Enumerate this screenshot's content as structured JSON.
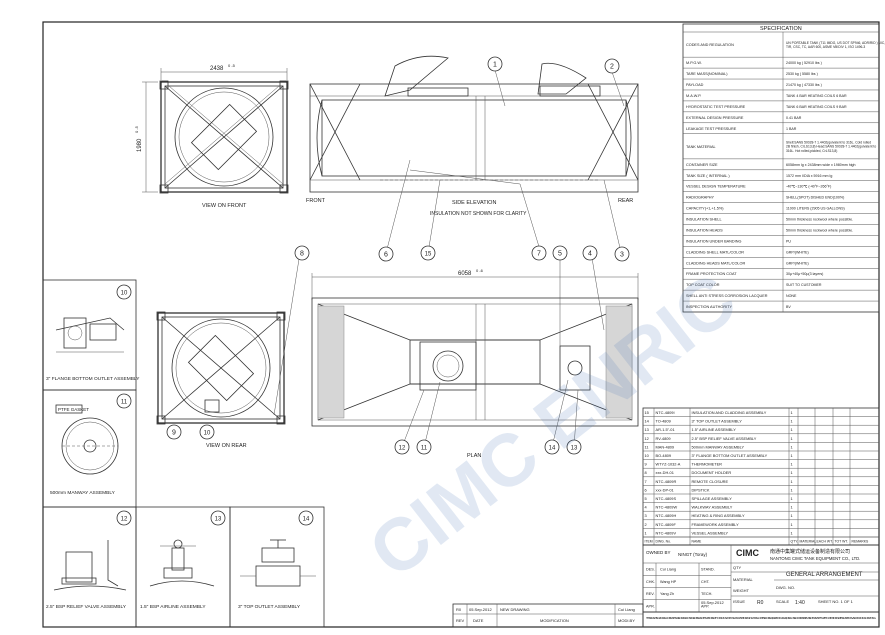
{
  "views": {
    "front": {
      "label": "VIEW ON FRONT",
      "dim_width": "2438",
      "dim_width_tol": "0 -5",
      "dim_height": "1980",
      "dim_height_tol": "0 -5"
    },
    "side": {
      "label": "SIDE ELEVATION",
      "front_label": "FRONT",
      "rear_label": "REAR",
      "note": "INSULATION NOT SHOWN FOR CLARITY"
    },
    "rear": {
      "label": "VIEW ON REAR"
    },
    "plan": {
      "label": "PLAN",
      "dim_length": "6058",
      "dim_length_tol": "0 -6"
    }
  },
  "balloons": [
    "1",
    "2",
    "3",
    "4",
    "5",
    "6",
    "7",
    "8",
    "9",
    "10",
    "11",
    "12",
    "13",
    "14",
    "15"
  ],
  "details": [
    {
      "num": "10",
      "label": "3\" FLANGE BOTTOM OUTLET ASSEMBLY"
    },
    {
      "num": "11",
      "label": "500mm MANWAY ASSEMBLY",
      "note": "PTFE GASKET"
    },
    {
      "num": "12",
      "label": "2.5\" BSP RELIEF VALVE ASSEMBLY"
    },
    {
      "num": "13",
      "label": "1.5\" BSP AIRLINE ASSEMBLY"
    },
    {
      "num": "14",
      "label": "3\" TOP OUTLET ASSEMBLY"
    }
  ],
  "spec": {
    "title": "SPECIFICATION",
    "rows": [
      [
        "CODES AND REGULATION",
        "UN PORTABLE TANK (T11 IMDG, US DOT SP946, ADR/RID ) UIC, TIR, CSC, TC, AAR 600, ASME Ⅷ DIV 1, ISO 1496-3"
      ],
      [
        "M.P.G.W.",
        "24000 kg ( 52910 lbs )"
      ],
      [
        "TARE MASS(NOMINAL)",
        "2530 kg ( 5580 lbs )"
      ],
      [
        "PAYLOAD",
        "21470 kg ( 47330 lbs )"
      ],
      [
        "M.A.W.P.",
        "TANK   4 BAR   HEATING COILS   6 BAR"
      ],
      [
        "HYDROSTATIC TEST PRESSURE",
        "TANK   6 BAR   HEATING COILS   9 BAR"
      ],
      [
        "EXTERNAL DESIGN PRESSURE",
        "0.41 BAR"
      ],
      [
        "LEAKAGE TEST PRESSURE",
        "1 BAR"
      ],
      [
        "TANK MATERIAL",
        "Shell:SANS 50028-7 1.4402(quivalent to 316L. Cold rolled 2B finish, CrLS13,8) Head:SANS 50028-7 1.4402(quivalent to 316L. Hot rolled,pickled, CrLS13,8)"
      ],
      [
        "CONTAINER SIZE",
        "6058mm lg x 2438mm wide x 1980mm high"
      ],
      [
        "TANK SIZE ( INTERNAL )",
        "1572 mm I/DIA x 5916 mm lg"
      ],
      [
        "VESSEL DESIGN TEMPERATURE",
        "-40℃~130℃ (-40°F~266°F)"
      ],
      [
        "RADIOGRAPHY",
        "SHELL(SPOT) DISHED END(100%)"
      ],
      [
        "CAPACITY(+1,+1.5%)",
        "11000 LITERS (2905 US GALLONS)"
      ],
      [
        "INSULATION SHELL",
        "50mm thickness rockwool where possible."
      ],
      [
        "INSULATION HEADS",
        "50mm thickness rockwool where possible."
      ],
      [
        "INSULATION UNDER BANDING",
        "PU"
      ],
      [
        "CLADDING SHELL MATL/COLOR",
        "GRP/(WHITE)"
      ],
      [
        "CLADDING HEADS MATL/COLOR",
        "GRP/(WHITE)"
      ],
      [
        "FRAME PROTECTION COAT",
        "30μ+40μ+50μ(3 layers)"
      ],
      [
        "TOP COAT COLOR",
        "SUIT TO CUSTOMER"
      ],
      [
        "SHELL ANTI STRESS CORROSION LACQUER",
        "NONE"
      ],
      [
        "INSPECTION AUTHORITY",
        "BV"
      ]
    ]
  },
  "bom": {
    "headers": [
      "ITEM",
      "DWG. No.",
      "NAME",
      "QTY.",
      "MATERIAL",
      "EACH WT.",
      "TOT WT.",
      "REMARKS"
    ],
    "rows": [
      [
        "15",
        "NTC-4809I",
        "INSULATION AND CLADDING ASSEMBLY",
        "1"
      ],
      [
        "14",
        "TO-4809",
        "3\" TOP OUTLET ASSEMBLY",
        "1"
      ],
      [
        "13",
        "AR-1.5\"-01",
        "1.5\" AIRLINE ASSEMBLY",
        "1"
      ],
      [
        "12",
        "RV-4809",
        "2.5\" BSP RELIEF VALVE ASSEMBLY",
        "1"
      ],
      [
        "11",
        "MAN-4809",
        "500mm MANWAY ASSEMBLY",
        "1"
      ],
      [
        "10",
        "BO-4809",
        "3\" FLANGE BOTTOM OUTLET ASSEMBLY",
        "1"
      ],
      [
        "9",
        "WTYZ-1032-A",
        "THERMOMETER",
        "1"
      ],
      [
        "8",
        "xxx-DH-01",
        "DOCUMENT HOLDER",
        "1"
      ],
      [
        "7",
        "NTC-4809R",
        "REMOTE CLOSURE",
        "1"
      ],
      [
        "6",
        "xxx-DP-01",
        "DIPSTICK",
        "1"
      ],
      [
        "5",
        "NTC-4809S",
        "SPILLAGE ASSEMBLY",
        "1"
      ],
      [
        "4",
        "NTC-4809W",
        "WALKWAY ASSEMBLY",
        "1"
      ],
      [
        "3",
        "NTC-4809H",
        "HEATING & RING ASSEMBLY",
        "1"
      ],
      [
        "2",
        "NTC-4809F",
        "FRAMEWORK ASSEMBLY",
        "1"
      ],
      [
        "1",
        "NTC-4809V",
        "VESSEL ASSEMBLY",
        "1"
      ]
    ]
  },
  "title_block": {
    "owned_by_label": "OWNED BY",
    "owned_by": "NINGT (Toray)",
    "company_cn": "南通中集罐式储运设备制造有限公司",
    "company_en": "NANTONG CIMC TANK EQUIPMENT CO., LTD.",
    "logo": "CIMC",
    "title": "GENERAL ARRANGEMENT",
    "scale_label": "SCALE",
    "scale": "1:40",
    "sheet": "SHEET NO. 1  OF 1",
    "rev": "R0",
    "date": "05.Sep.2012",
    "issue_label": "ISSUE",
    "dwg_no_label": "DWG. NO.",
    "material_label": "MATERIAL",
    "weight_label": "WEIGHT",
    "qty_label": "QTY",
    "people": [
      [
        "DES.",
        "Cui Liang",
        "STAND."
      ],
      [
        "CHK.",
        "Wang HP",
        "CHT."
      ],
      [
        "REV.",
        "Yang Zh",
        "TECH."
      ],
      [
        "APR.",
        "",
        "APP."
      ]
    ],
    "disclaimer": "THIS DRAWING AND ALL COPIES THEREOF ARE CONFIDENTIAL AND THE PROPERTY OF CIMC-NANTONG. ANY PART DRAWING SHALL NOT BE COPIED, REPRODUCED, DISCLOSED OR DISTRIBUTED TO A PARTY WITHOUT PRIOR WRITTEN APPROVAL FROM CIMC-NANTONG."
  },
  "revision": {
    "rev": "R0",
    "date": "05.Sep.2012",
    "desc": "NEW DRAWING",
    "by": "Cui Liang",
    "headers": [
      "REV",
      "DATE",
      "MODIFICATION",
      "MODI.BY"
    ]
  },
  "watermark": "CIMC ENRIC"
}
